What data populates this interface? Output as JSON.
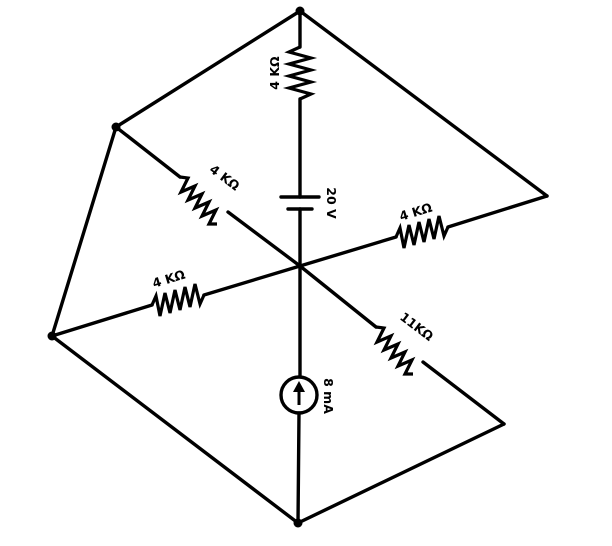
{
  "diagram": {
    "components": {
      "r_top_label": "4 KΩ",
      "r_upper_left_label": "4 KΩ",
      "battery_label": "20 V",
      "r_right_label": "4 KΩ",
      "r_lower_left_label": "4 KΩ",
      "r_lower_right_label": "11KΩ",
      "current_source_label": "8 mA"
    },
    "nodes": [
      "top",
      "upper-left",
      "right",
      "center",
      "left",
      "lower-right",
      "bottom"
    ]
  }
}
